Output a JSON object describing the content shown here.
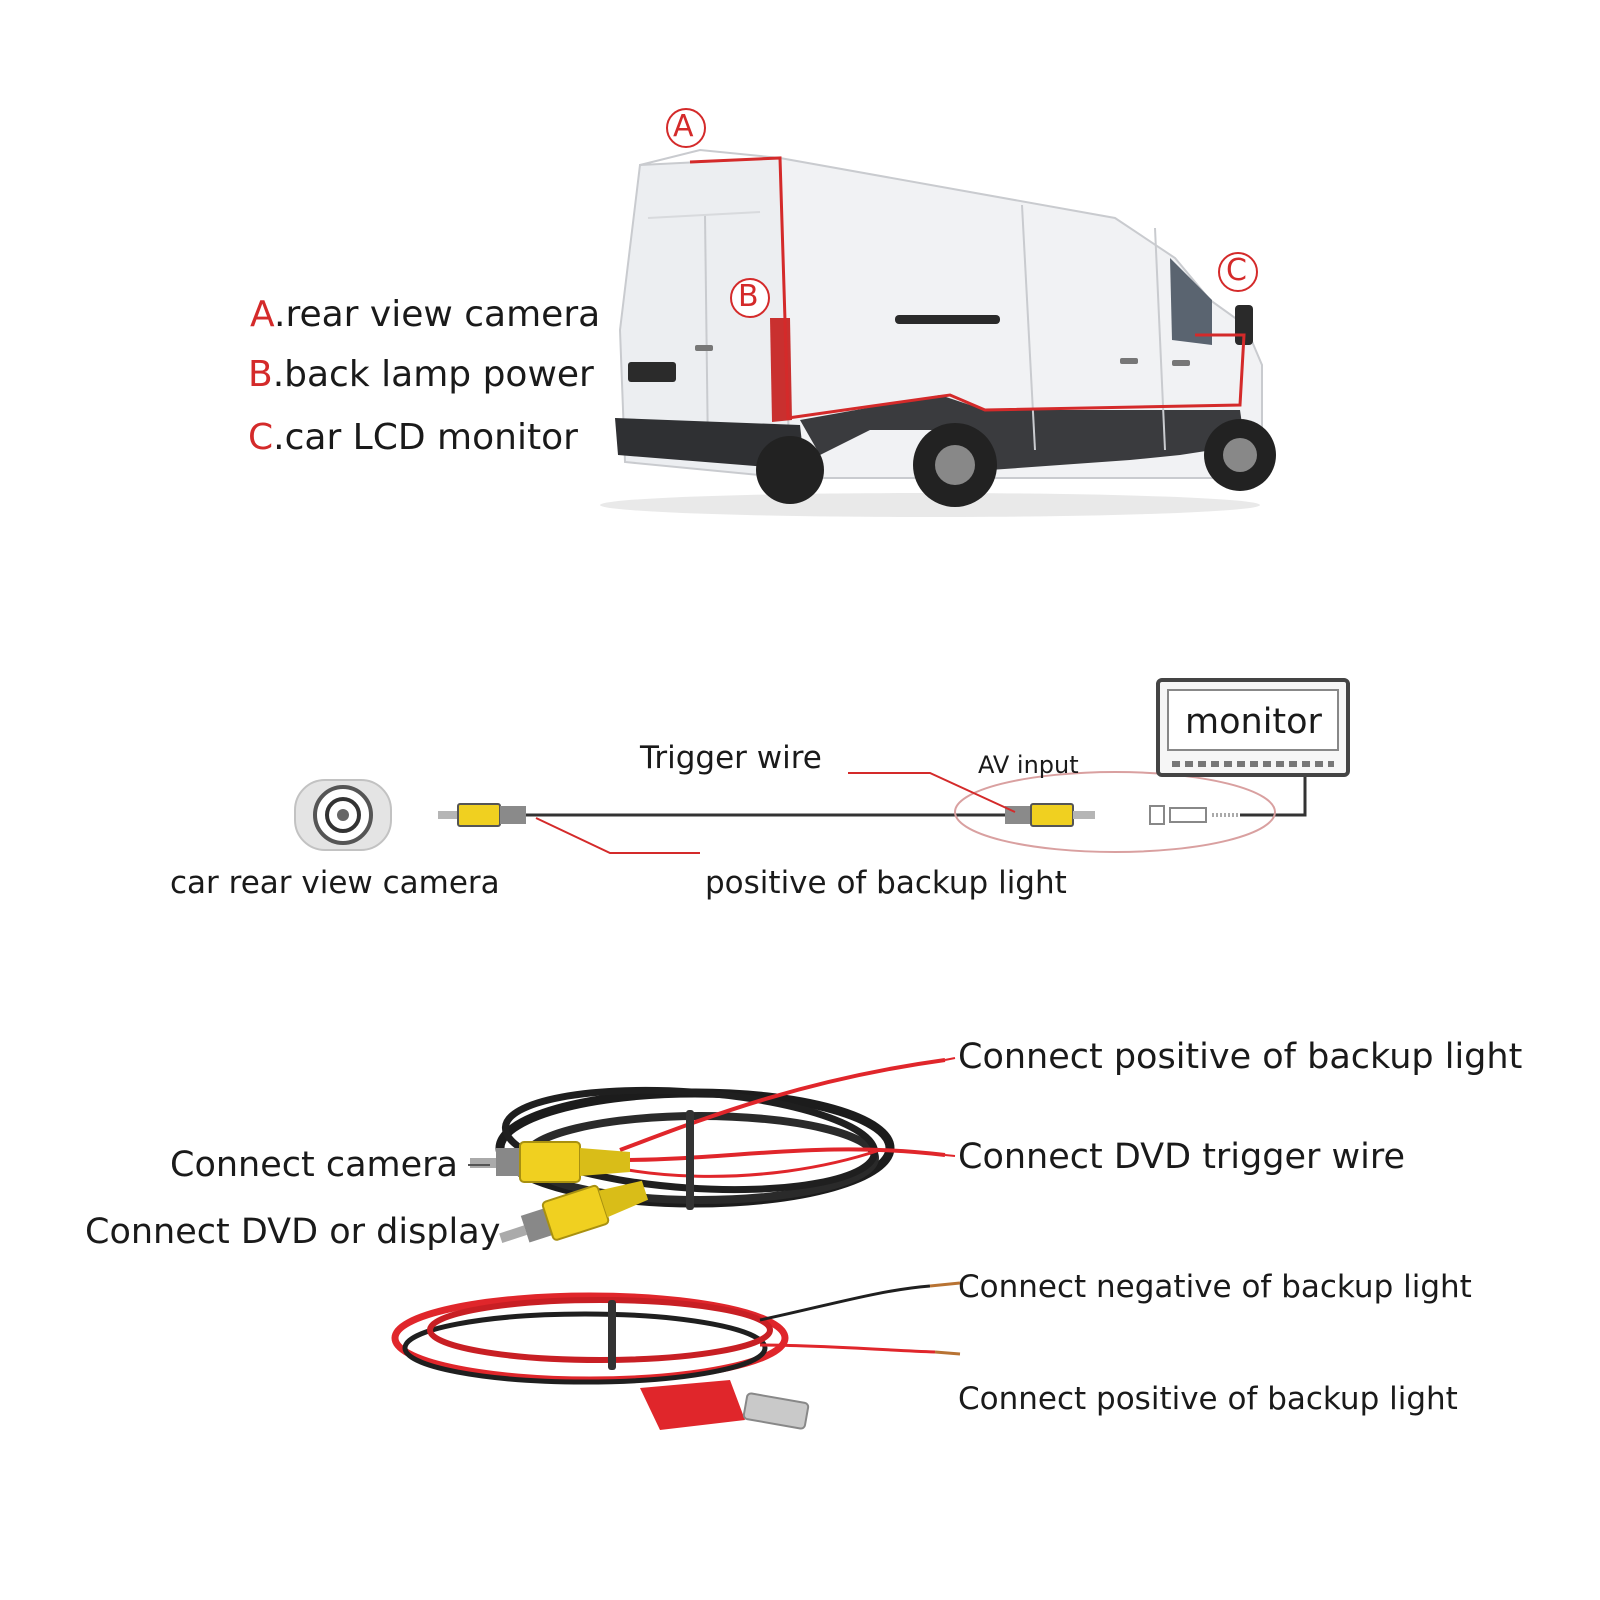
{
  "colors": {
    "accent_red": "#d42a2a",
    "wire_red": "#e0262b",
    "connector_yellow": "#f0d020",
    "text": "#1a1a1a"
  },
  "van_section": {
    "markers": {
      "a": "A",
      "b": "B",
      "c": "C"
    },
    "legend": [
      {
        "letter": "A",
        "text": ".rear view camera"
      },
      {
        "letter": "B",
        "text": ".back lamp power"
      },
      {
        "letter": "C",
        "text": ".car LCD monitor"
      }
    ]
  },
  "wiring_section": {
    "camera_label": "car rear view camera",
    "trigger_label": "Trigger wire",
    "av_label": "AV input",
    "monitor_label": "monitor",
    "backup_label": "positive of backup light"
  },
  "cable_section": {
    "connect_camera": "Connect camera",
    "connect_dvd": "Connect DVD or display",
    "connect_positive_top": "Connect positive of backup light",
    "connect_trigger": "Connect DVD trigger wire",
    "connect_negative": "Connect negative of backup light",
    "connect_positive_bottom": "Connect positive of backup light"
  }
}
